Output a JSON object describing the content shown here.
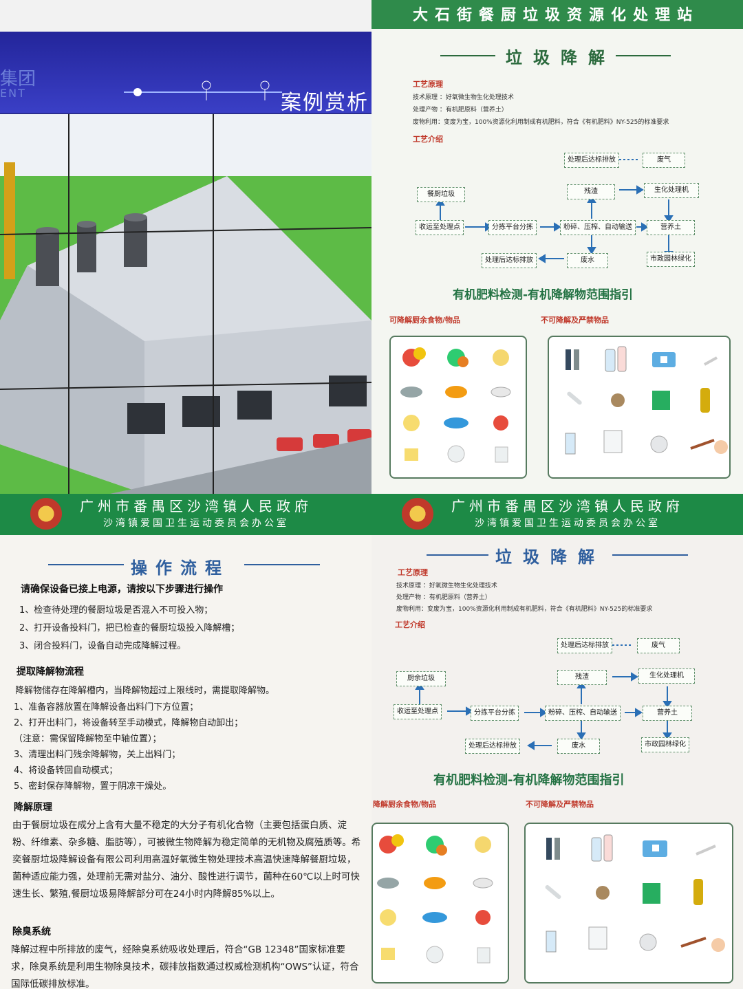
{
  "panel1": {
    "logo_text": "集团",
    "logo_sub": "ENT",
    "screen_title": "案例赏析"
  },
  "panel2": {
    "header_title": "大石街餐厨垃圾资源化处理站",
    "section_title": "垃圾降解",
    "process_label": "工艺原理",
    "lines": [
      "技术原理 ：好氧微生物生化处理技术",
      "处理产物 ：有机肥原料（营养土）",
      "废物利用：变废为宝，100%资源化利用制成有机肥料，符合《有机肥料》NY-525的标准要求"
    ],
    "intro_label": "工艺介绍",
    "flow": {
      "a": "处理后达标排放",
      "b": "废气",
      "c": "餐厨垃圾",
      "d": "残渣",
      "e": "生化处理机",
      "f": "收运至处理点",
      "g": "分拣平台分拣",
      "h": "粉碎、压榨、自动输送",
      "i": "营养土",
      "j": "处理后达标排放",
      "k": "废水",
      "l": "市政园林绿化"
    },
    "sub_title": "有机肥料检测-有机降解物范围指引",
    "cat_left": "可降解厨余食物/物品",
    "cat_right": "不可降解及严禁物品"
  },
  "panel3": {
    "header_title": "广州市番禺区沙湾镇人民政府",
    "header_sub": "沙湾镇爱国卫生运动委员会办公室",
    "section_title": "操作流程",
    "intro": "请确保设备已接上电源，请按以下步骤进行操作",
    "steps": [
      "1、检查待处理的餐厨垃圾是否混入不可投入物；",
      "2、打开设备投料门，把已检查的餐厨垃圾投入降解槽；",
      "3、闭合投料门，设备自动完成降解过程。"
    ],
    "extract_title": "提取降解物流程",
    "extract_intro": "降解物储存在降解槽内，当降解物超过上限线时，需提取降解物。",
    "extract_steps": [
      "1、准备容器放置在降解设备出料门下方位置；",
      "2、打开出料门，将设备转至手动模式，降解物自动卸出；",
      "（注意：需保留降解物至中轴位置）；",
      "3、清理出料门残余降解物，关上出料门；",
      "4、将设备转回自动模式；",
      "5、密封保存降解物，置于阴凉干燥处。"
    ],
    "principle_title": "降解原理",
    "principle_text": "由于餐厨垃圾在成分上含有大量不稳定的大分子有机化合物（主要包括蛋白质、淀粉、纤维素、杂多糖、脂肪等），可被微生物降解为稳定简单的无机物及腐殖质等。希奕餐厨垃圾降解设备有限公司利用高温好氧微生物处理技术高温快速降解餐厨垃圾，菌种适应能力强，处理前无需对盐分、油分、酸性进行调节，菌种在60℃以上时可快速生长、繁殖,餐厨垃圾易降解部分可在24小时内降解85%以上。",
    "deodor_title": "除臭系统",
    "deodor_text": "降解过程中所排放的废气，经除臭系统吸收处理后，符合“GB 12348”国家标准要求，除臭系统是利用生物除臭技术，碳排放指数通过权威检测机构“OWS”认证，符合国际低碳排放标准。"
  },
  "panel4": {
    "header_title": "广州市番禺区沙湾镇人民政府",
    "header_sub": "沙湾镇爱国卫生运动委员会办公室",
    "section_title": "垃圾降解",
    "process_label": "工艺原理",
    "lines": [
      "技术原理 ：好氧微生物生化处理技术",
      "处理产物 ：有机肥原料（营养土）",
      "废物利用：变废为宝，100%资源化利用制成有机肥料，符合《有机肥料》NY-525的标准要求"
    ],
    "intro_label": "工艺介绍",
    "flow": {
      "a": "处理后达标排放",
      "b": "废气",
      "c": "厨余垃圾",
      "d": "残渣",
      "e": "生化处理机",
      "f": "收运至处理点",
      "g": "分拣平台分拣",
      "h": "粉碎、压榨、自动输送",
      "i": "营养土",
      "j": "处理后达标排放",
      "k": "废水",
      "l": "市政园林绿化"
    },
    "sub_title": "有机肥料检测-有机降解物范围指引",
    "cat_left": "降解厨余食物/物品",
    "cat_right": "不可降解及严禁物品"
  }
}
